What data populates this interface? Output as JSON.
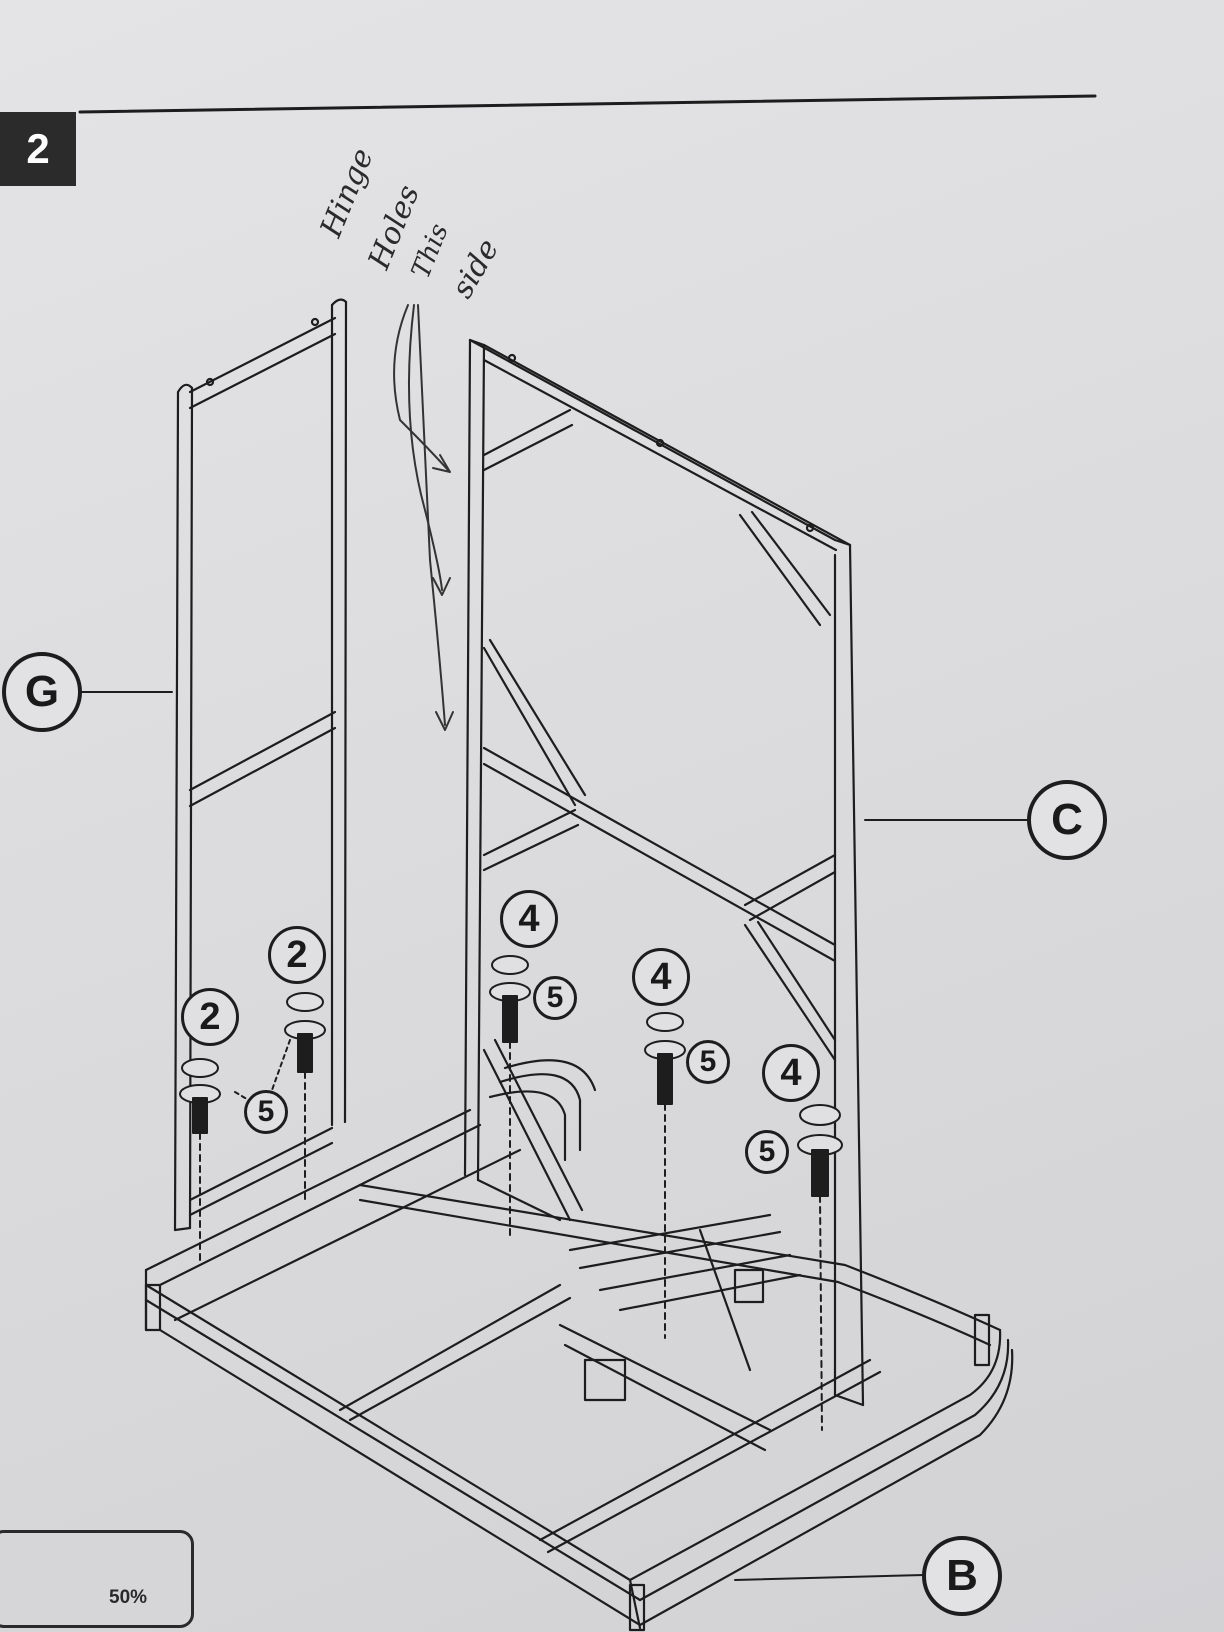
{
  "step": {
    "number": "2"
  },
  "parts": {
    "g": "G",
    "c": "C",
    "b": "B"
  },
  "hardware": {
    "bolt_left_1": "2",
    "bolt_left_2": "2",
    "washer_left": "5",
    "bolt_mid_1": "4",
    "washer_mid_1": "5",
    "bolt_mid_2": "4",
    "washer_mid_2": "5",
    "bolt_right": "4",
    "washer_right": "5"
  },
  "handwritten_note": {
    "line1": "Hinge",
    "line2": "Holes",
    "line3": "This",
    "line4": "side"
  },
  "warning": {
    "percent": "50%",
    "icon": "warning-triangle-icon"
  },
  "colors": {
    "ink": "#1d1d1d",
    "paper": "#e0e0e2",
    "badge": "#2b2b2b"
  }
}
